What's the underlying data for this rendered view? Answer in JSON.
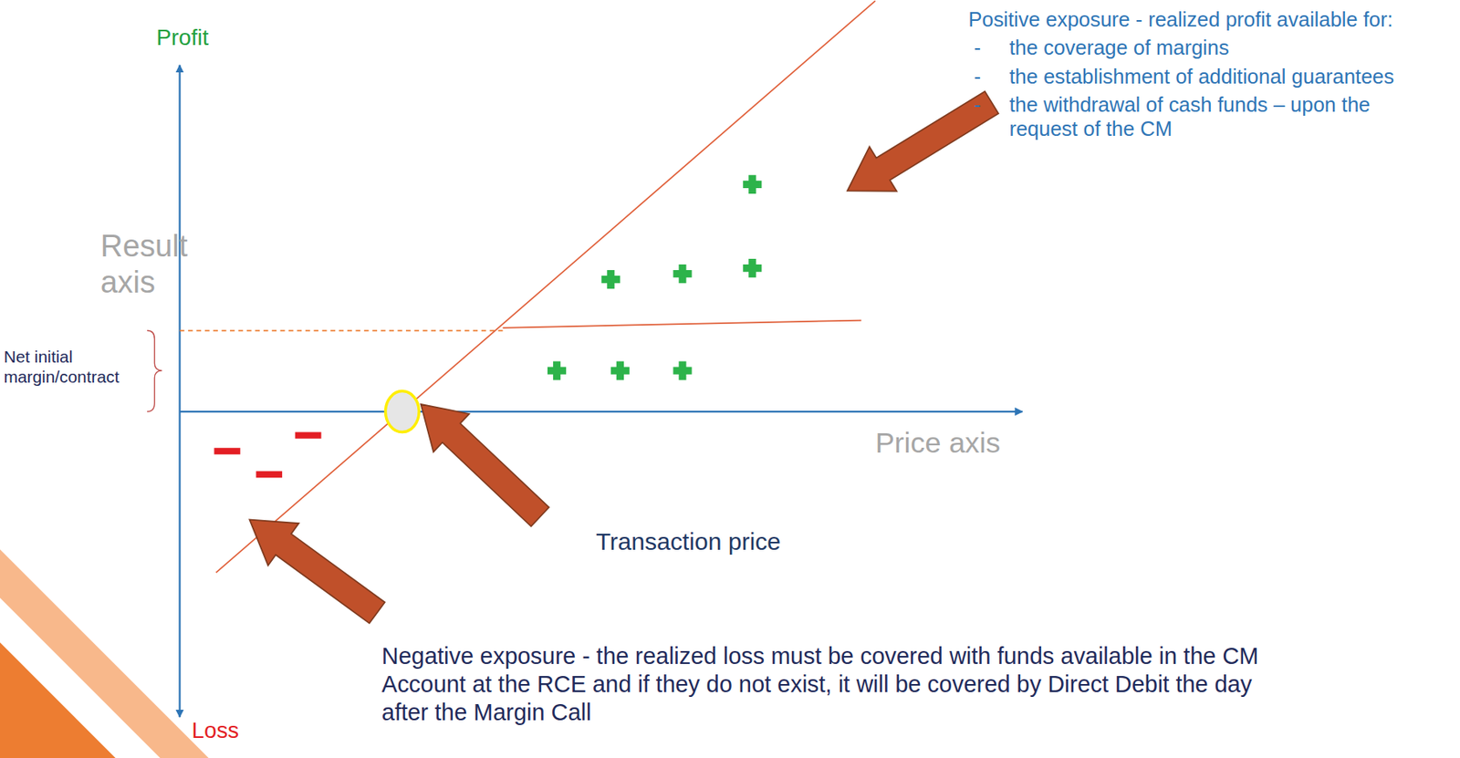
{
  "diagram": {
    "labels": [
      "Profit",
      "Result axis",
      "Net initial margin/contract",
      "Price axis",
      "Transaction price",
      "Positive exposure - realized profit available for:",
      "-",
      "the coverage of margins",
      "-",
      "the establishment of additional guarantees",
      "-",
      "the withdrawal of cash funds – upon the request of the CM",
      "Negative exposure - the realized loss must be covered with funds available in the CM Account at the RCE and if they do not exist, it will be covered by Direct Debit the day after the Margin Call",
      "Loss"
    ]
  }
}
